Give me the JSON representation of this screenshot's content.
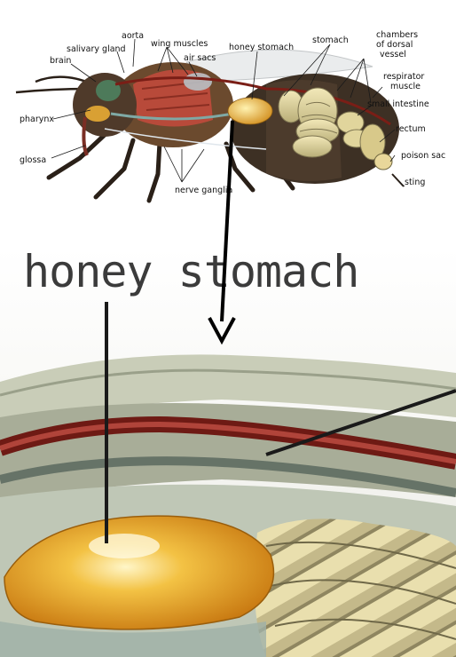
{
  "diagram": {
    "top_labels": {
      "aorta": "aorta",
      "salivary_gland": "salivary gland",
      "wing_muscles": "wing muscles",
      "honey_stomach": "honey stomach",
      "stomach": "stomach",
      "chambers_line1": "chambers",
      "chambers_line2": "of dorsal",
      "chambers_line3": "vessel",
      "brain": "brain",
      "air_sacs": "air sacs",
      "respirator_line1": "respirator",
      "respirator_line2": "muscle",
      "small_intestine": "small intestine",
      "pharynx": "pharynx",
      "rectum": "rectum",
      "glossa": "glossa",
      "poison_sac": "poison sac",
      "sting": "sting",
      "nerve_ganglia": "nerve ganglia"
    },
    "zoom_label": "honey stomach"
  },
  "colors": {
    "honey": "#e8a020",
    "muscle": "#b84a3a",
    "intestine": "#e6d9a0",
    "body": "#4a3a2a",
    "zoom_bg": "#d8dccd"
  }
}
